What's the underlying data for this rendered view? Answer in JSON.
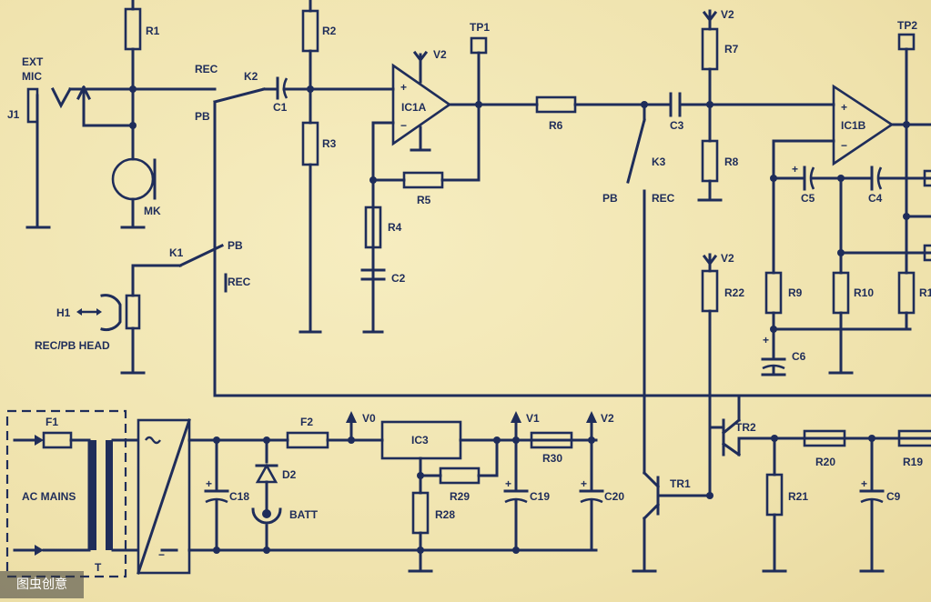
{
  "labels": {
    "r1": "R1",
    "r2": "R2",
    "r3": "R3",
    "r4": "R4",
    "r5": "R5",
    "r6": "R6",
    "r7": "R7",
    "r8": "R8",
    "r9": "R9",
    "r10": "R10",
    "r11": "R1",
    "r19": "R19",
    "r20": "R20",
    "r21": "R21",
    "r22": "R22",
    "r28": "R28",
    "r29": "R29",
    "r30": "R30",
    "c1": "C1",
    "c2": "C2",
    "c3": "C3",
    "c4": "C4",
    "c5": "C5",
    "c6": "C6",
    "c9": "C9",
    "c18": "C18",
    "c19": "C19",
    "c20": "C20",
    "ic1a": "IC1A",
    "ic1b": "IC1B",
    "ic3": "IC3",
    "tp1": "TP1",
    "tp2": "TP2",
    "v0": "V0",
    "v1": "V1",
    "v2": "V2",
    "k1": "K1",
    "k2": "K2",
    "k3": "K3",
    "rec": "REC",
    "pb": "PB",
    "ext": "EXT",
    "mic": "MIC",
    "j1": "J1",
    "mk": "MK",
    "h1": "H1",
    "recpb_head": "REC/PB HEAD",
    "f1": "F1",
    "f2": "F2",
    "t": "T",
    "ac_mains": "AC MAINS",
    "d2": "D2",
    "batt": "BATT",
    "tr1": "TR1",
    "tr2": "TR2",
    "plus": "+",
    "minus": "−"
  },
  "watermark": "图虫创意",
  "colors": {
    "ink": "#1f2d5a",
    "paper": "#f1e6b3"
  }
}
